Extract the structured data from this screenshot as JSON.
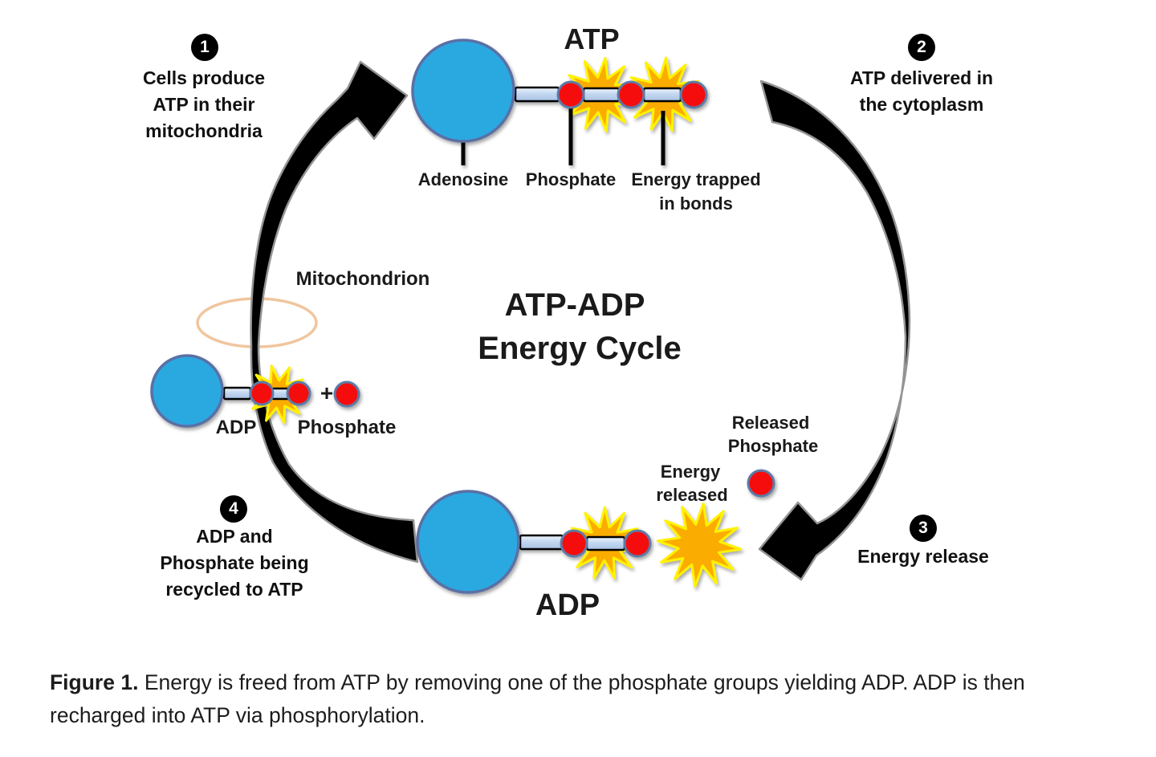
{
  "colors": {
    "adenosine_blue": "#29A9E1",
    "phosphate_red": "#F50F0F",
    "starburst_orange": "#FBAC00",
    "starburst_yellow_edge": "#FFF200",
    "arrow_black": "#000000",
    "mitochondrion_outline": "#F0C69E"
  },
  "headline": {
    "atp_title": "ATP",
    "adp_title": "ADP",
    "cycle_line1": "ATP-ADP",
    "cycle_line2": "Energy Cycle",
    "mitochondrion": "Mitochondrion"
  },
  "steps": [
    {
      "number": "1",
      "lines": [
        "Cells produce",
        "ATP in their",
        "mitochondria"
      ]
    },
    {
      "number": "2",
      "lines": [
        "ATP delivered in",
        "the cytoplasm"
      ]
    },
    {
      "number": "3",
      "lines": [
        "Energy release"
      ]
    },
    {
      "number": "4",
      "lines": [
        "ADP and",
        "Phosphate being",
        "recycled to ATP"
      ]
    }
  ],
  "atp_labels": {
    "adenosine": "Adenosine",
    "phosphate": "Phosphate",
    "energy_trapped1": "Energy trapped",
    "energy_trapped2": "in bonds"
  },
  "left_adp": {
    "adp": "ADP",
    "plus": "+",
    "phosphate": "Phosphate"
  },
  "bottom_adp": {
    "energy1": "Energy",
    "energy2": "released",
    "released1": "Released",
    "released2": "Phosphate"
  },
  "caption": {
    "figure_label": "Figure 1.",
    "line1": "Energy is freed from ATP by removing one of the phosphate groups yielding ADP. ADP is then",
    "line2": "recharged into ATP via phosphorylation."
  }
}
